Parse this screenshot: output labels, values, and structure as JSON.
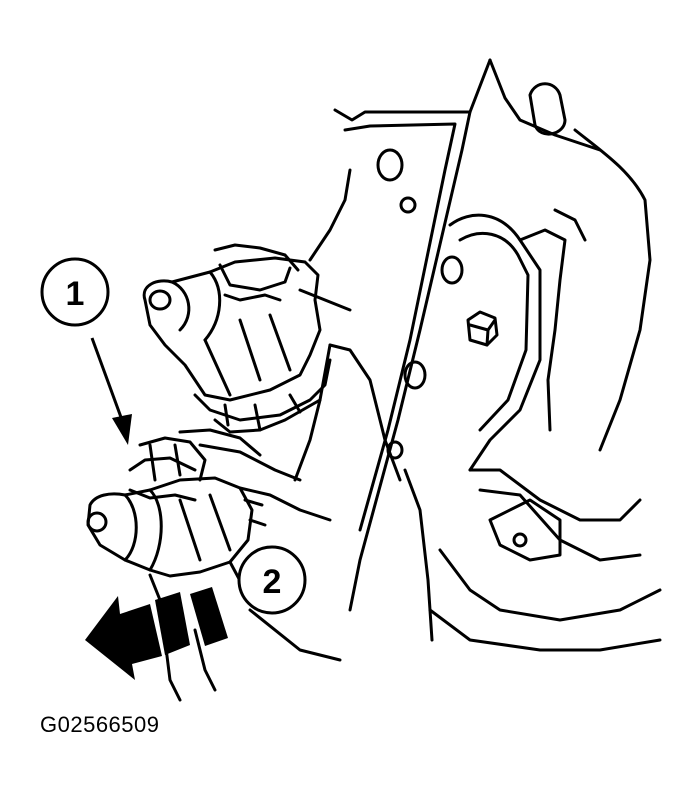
{
  "callouts": [
    {
      "number": "1"
    },
    {
      "number": "2"
    }
  ],
  "figure_id": "G02566509",
  "colors": {
    "ink": "#000000",
    "paper": "#ffffff"
  }
}
